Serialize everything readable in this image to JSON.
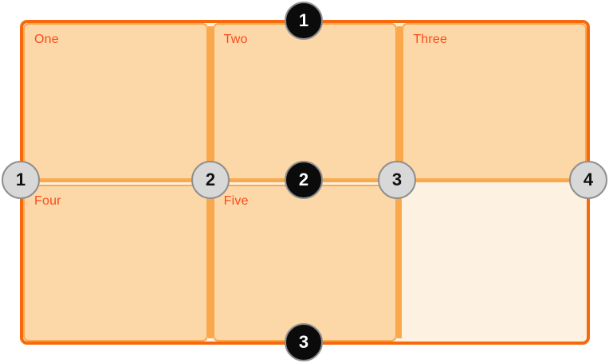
{
  "diagram": {
    "type": "css-grid-lines-diagram",
    "cells": [
      {
        "label": "One"
      },
      {
        "label": "Two"
      },
      {
        "label": "Three"
      },
      {
        "label": "Four"
      },
      {
        "label": "Five"
      },
      {
        "label": ""
      }
    ],
    "row_line_badges": [
      "1",
      "2",
      "3"
    ],
    "column_line_badges": [
      "1",
      "2",
      "3",
      "4"
    ],
    "colors": {
      "page_background": "#ffffff",
      "container_background": "#fdf2e2",
      "container_border": "#f8690e",
      "grid_line": "#f9a84c",
      "cell_fill": "#fcd8a8",
      "cell_border": "#f9a84c",
      "label_text": "#fa4a1a",
      "row_badge_fill": "#0b0b0b",
      "row_badge_text": "#ffffff",
      "column_badge_fill": "#d8d8d8",
      "column_badge_text": "#111111",
      "badge_border": "#8f8f8f"
    }
  }
}
